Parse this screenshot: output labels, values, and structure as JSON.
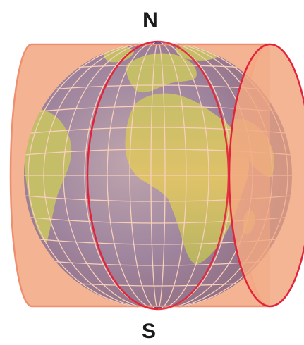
{
  "labels": {
    "north": "N",
    "south": "S"
  },
  "colors": {
    "ocean_light": "#6f94d8",
    "ocean_dark": "#1d2f8f",
    "land_green": "#7dd13a",
    "land_yellow": "#e6e34a",
    "cylinder_fill": "#f2a883",
    "cylinder_edge": "#e2233b",
    "cylinder_outline": "#ee9070",
    "graticule": "#ffffff"
  },
  "icons": {
    "globe": "earth-globe-icon",
    "cylinder": "transverse-cylinder-projection"
  }
}
